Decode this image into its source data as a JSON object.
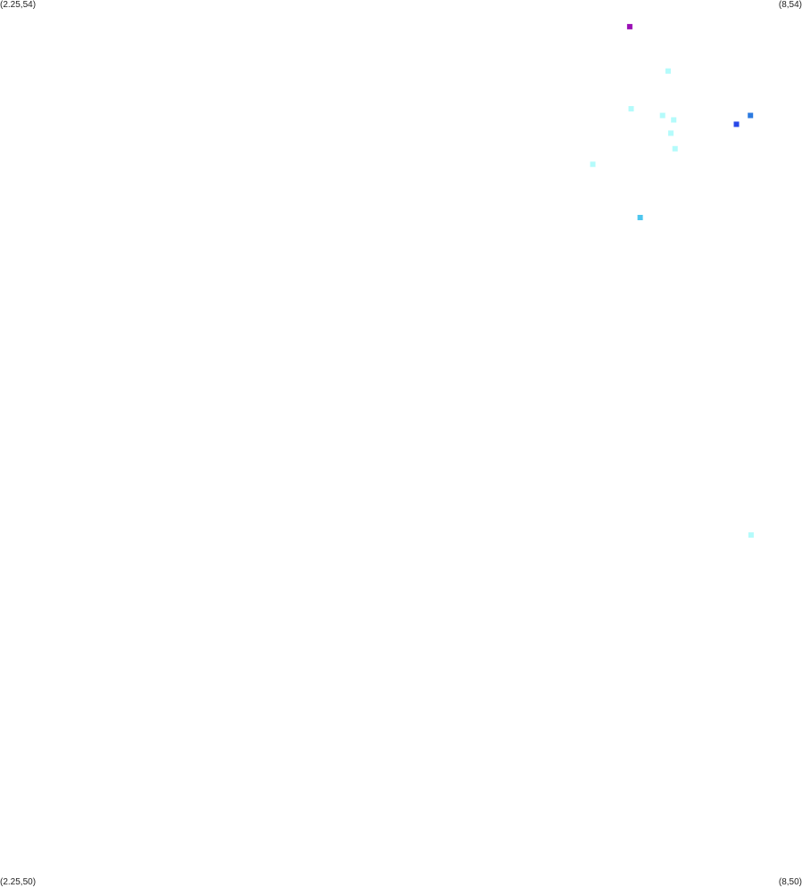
{
  "chart_data": {
    "type": "scatter",
    "title": "",
    "xlabel": "",
    "ylabel": "",
    "xlim": [
      2.25,
      8
    ],
    "ylim": [
      50,
      54
    ],
    "grid": false,
    "legend": "none",
    "corner_labels": {
      "top_left": "(2.25,54)",
      "top_right": "(8,54)",
      "bottom_left": "(2.25,50)",
      "bottom_right": "(8,50)"
    },
    "points": [
      {
        "x": 6.765,
        "y": 53.88,
        "color": "#9b10b5"
      },
      {
        "x": 7.04,
        "y": 53.68,
        "color": "#b4fbfb"
      },
      {
        "x": 6.775,
        "y": 53.51,
        "color": "#b4fbfb"
      },
      {
        "x": 7.0,
        "y": 53.48,
        "color": "#b4fbfb"
      },
      {
        "x": 7.08,
        "y": 53.46,
        "color": "#b4fbfb"
      },
      {
        "x": 7.63,
        "y": 53.48,
        "color": "#2c7be0"
      },
      {
        "x": 7.53,
        "y": 53.44,
        "color": "#2848e8"
      },
      {
        "x": 7.06,
        "y": 53.4,
        "color": "#b4fbfb"
      },
      {
        "x": 7.09,
        "y": 53.33,
        "color": "#b4fbfb"
      },
      {
        "x": 6.5,
        "y": 53.26,
        "color": "#b4fbfb"
      },
      {
        "x": 6.84,
        "y": 53.02,
        "color": "#4ec6ee"
      },
      {
        "x": 7.635,
        "y": 51.59,
        "color": "#b4fbfb"
      }
    ]
  }
}
